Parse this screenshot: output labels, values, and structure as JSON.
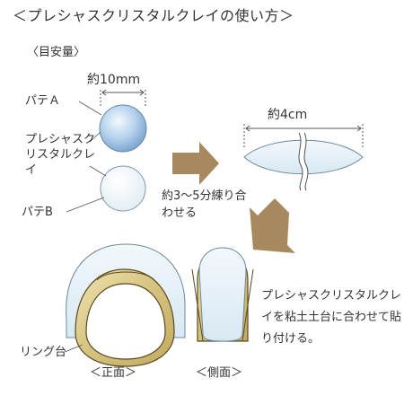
{
  "title": "＜プレシャスクリスタルクレイの使い方＞",
  "guide_label": "〈目安量〉",
  "width_10mm": "約10mm",
  "putty_a": "パテＡ",
  "clay_name": "プレシャスクリスタルクレイ",
  "putty_b": "パテB",
  "width_4cm": "約4cm",
  "mix_instruction": "約3～5分練り合わせる",
  "apply_instruction": "プレシャスクリスタルクレイを粘土土台に合わせて貼り付ける。",
  "ring_base": "リング台",
  "front_view": "＜正面＞",
  "side_view": "＜側面＞",
  "colors": {
    "arrow": "#a8895f",
    "ring_gold": "#d9c98b",
    "ring_outline": "#5a4a20",
    "clay_fill": "#e8f2f8",
    "clay_outline": "#6b8aa0",
    "putty_a_blue": "#9cc0e0",
    "line": "#444444"
  }
}
